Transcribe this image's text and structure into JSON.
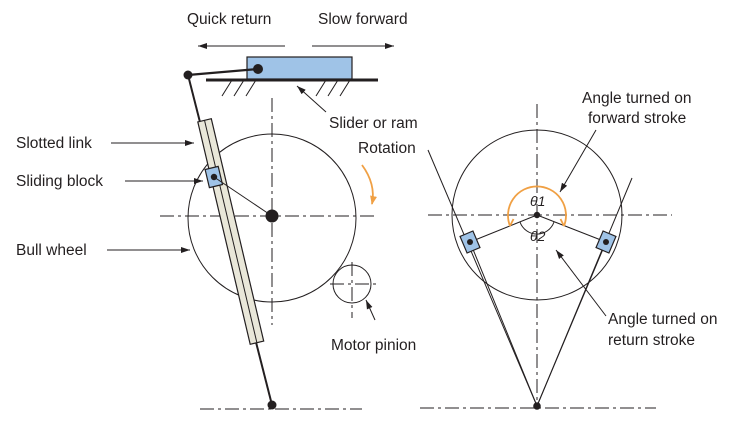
{
  "labels": {
    "quick_return": "Quick return",
    "slow_forward": "Slow forward",
    "slider_or_ram": "Slider or ram",
    "rotation": "Rotation",
    "slotted_link": "Slotted link",
    "sliding_block": "Sliding block",
    "bull_wheel": "Bull wheel",
    "motor_pinion": "Motor pinion",
    "angle_forward_line1": "Angle turned on",
    "angle_forward_line2": "forward stroke",
    "angle_return_line1": "Angle turned on",
    "angle_return_line2": "return stroke",
    "theta1": "θ1",
    "theta2": "θ2"
  },
  "colors": {
    "block_fill": "#9fc3e7",
    "rotation_arrow": "#f0a044",
    "line": "#231f20"
  }
}
